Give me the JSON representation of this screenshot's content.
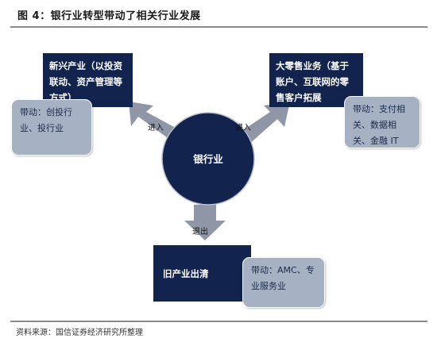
{
  "header": {
    "title": "图 4：银行业转型带动了相关行业发展"
  },
  "center": {
    "label": "银行业"
  },
  "arrows": {
    "left_label": "进入",
    "right_label": "进入",
    "down_label": "退出"
  },
  "boxes": {
    "new_industry": "新兴产业（以投资联动、资产管理等方式）",
    "new_industry_drive": "带动：创投行业、投行业",
    "retail": "大零售业务（基于账户、互联网的零售客户拓展",
    "retail_drive": "带动：支付相关、数据相关、金融 IT",
    "old_industry": "旧产业出清",
    "old_industry_drive": "带动：AMC、专业服务业"
  },
  "footer": {
    "source": "资料来源：国信证券经济研究所整理"
  },
  "colors": {
    "navy": "#12234d",
    "grey_box": "#a7b1c4",
    "arrow": "#8f96a6"
  }
}
